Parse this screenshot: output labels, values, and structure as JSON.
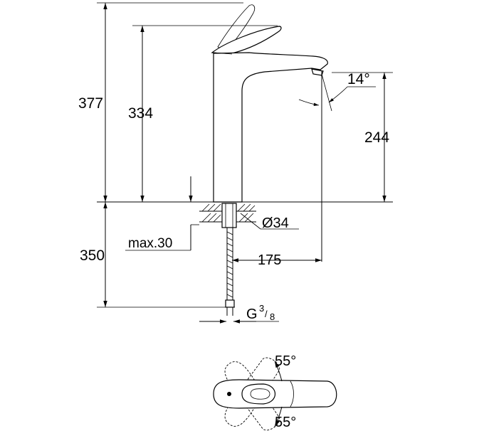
{
  "diagram": {
    "dimensions": {
      "total_height": "377",
      "spout_height": "334",
      "outlet_height": "244",
      "below_counter": "350",
      "countertop_thickness": "max.30",
      "hole_diameter": "Ø34",
      "projection": "175",
      "spout_angle": "14°",
      "thread": "G",
      "thread_num": "3",
      "thread_den": "8",
      "handle_angle_up": "55°",
      "handle_angle_down": "55°"
    }
  }
}
